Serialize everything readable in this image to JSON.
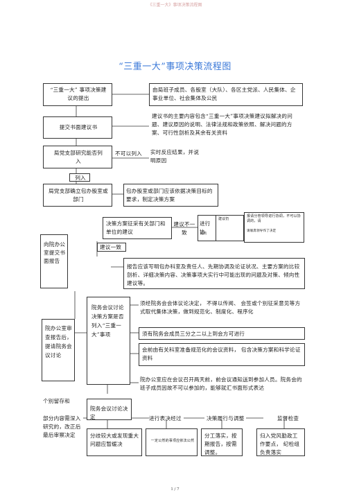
{
  "header": {
    "doc_title": "《三重一大》事项决策流程图"
  },
  "title": "“三重一大”事项决策流程图",
  "footer": {
    "page": "1 / 7"
  },
  "nodes": {
    "proposal": "“三重一大” 事项决策建议的提出",
    "proposal_note": "由局班子成员、各股室（大队）、各区主党派、人民集体、企事业单位、社会集体及公民",
    "written": "提交书面建议书",
    "written_note": "建议书的主要内容包含“三重一大”事项决策建议拟解决的问题、建议原因的说明、法律法规和政策依照、解决问题的方案、可行性剖析及其余有关资料",
    "research": "局党支部研究能否列入",
    "not_listed": "不可以列入",
    "feedback": "实时反应结果，并说明原因",
    "listed": "列入",
    "assign": "局党支部确立包办股室或部门",
    "assign_note": "包办股室或部门应该依据决策目标的要求，制定决策方案",
    "solicit": "决策方案征采有关部门和单位的建议",
    "disagree": "建议不一致",
    "coord": "进行协",
    "coord_note": "建议仍",
    "coord_small": "成的",
    "report_top": "报请分管领导进行协调，不可以协调的，请",
    "report_top2": "请联席领导作了决定",
    "office_report": "向院办公室提交书面报告",
    "agree": "建议一致",
    "report_note": "报告应该写明包办科室及责任人、先期协调及论证状况、主要方案的比较剖析、详细决策内容、决策事项大实行中可能出现的问题及对策、倾向性建议等。",
    "office_review": "院办公室审查报告后，提请院务会议讨论",
    "meeting_col": "院务会议讨论决策方案是否列入“三重一大”事项",
    "rule1": "须经院务会会体议论决定，   不得以传阅、 会签或个别征采意见等方式取代集体决策，做到规范化、制度化、程序化",
    "rule2": "须有院务会成员三分之二以上到会方可进行",
    "rule3": "会前由有关科室准备规范化的会议资料，   包含决策方案和科学论证资料",
    "rule4": "院办公室应在会议召开两天前，前会议通知送到参加人员。院务会的班子成员因故不可以参加的，能够就汇书面形式表达",
    "bottom_left1": "个别留存和",
    "bottom_left2": "部分内容需深入研究的，改正后最后审察决定",
    "step1": "院务会议讨论决定",
    "step2": "进行表决经过",
    "step3": "决策履行与调整",
    "step4": "监督检查",
    "b1": "分歧较大或发现重大问题应暂缓决",
    "b2": "一定公然的事项应依法公然",
    "b3": "分工落实，按期报告，按需调整。",
    "b4": "归入党风勤政工作要点， 纪检组负责落实"
  }
}
